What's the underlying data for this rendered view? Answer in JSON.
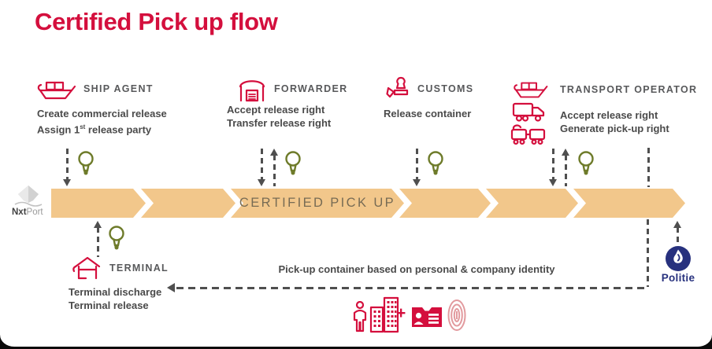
{
  "title": "Certified Pick up flow",
  "band": {
    "label": "CERTIFIED PICK UP"
  },
  "brand": {
    "nxtport_bold": "Nxt",
    "nxtport_light": "Port",
    "politie_label": "Politie"
  },
  "actors": {
    "ship_agent": {
      "label": "SHIP AGENT",
      "line1": "Create commercial release",
      "line2_pre": "Assign 1",
      "line2_sup": "st",
      "line2_post": " release party"
    },
    "forwarder": {
      "label": "FORWARDER",
      "line1": "Accept release right",
      "line2": "Transfer release right"
    },
    "customs": {
      "label": "CUSTOMS",
      "line1": "Release container"
    },
    "transport_operator": {
      "label": "TRANSPORT OPERATOR",
      "line1": "Accept release right",
      "line2": "Generate pick-up right"
    },
    "terminal": {
      "label": "TERMINAL",
      "line1": "Terminal discharge",
      "line2": "Terminal release"
    }
  },
  "bottom": {
    "identity_text": "Pick-up container based on personal & company identity",
    "plus": "+"
  },
  "icons": {
    "ship-icon": "cargo ship outline",
    "warehouse-icon": "forwarder warehouse",
    "stamp-icon": "customs stamp",
    "truck-icon": "truck outline",
    "train-icon": "train outline",
    "crane-icon": "terminal gantry crane",
    "lightbulb-icon": "idea bulb",
    "person-icon": "person outline",
    "buildings-icon": "company buildings",
    "id-card-icon": "identity card",
    "fingerprint-icon": "fingerprint",
    "nxtport-logo": "NxtPort gem logo",
    "politie-logo": "Belgian police flame logo"
  },
  "colors": {
    "accent_red": "#d40f3d",
    "band_fill": "#f2c78b",
    "band_text": "#776b54",
    "bulb_olive": "#6e7b2a",
    "arrow_gray": "#4f4f4f",
    "label_gray": "#58595b",
    "desc_gray": "#4a4a4a",
    "politie_blue": "#27317e",
    "fingerprint_pink": "#e29a9e"
  }
}
